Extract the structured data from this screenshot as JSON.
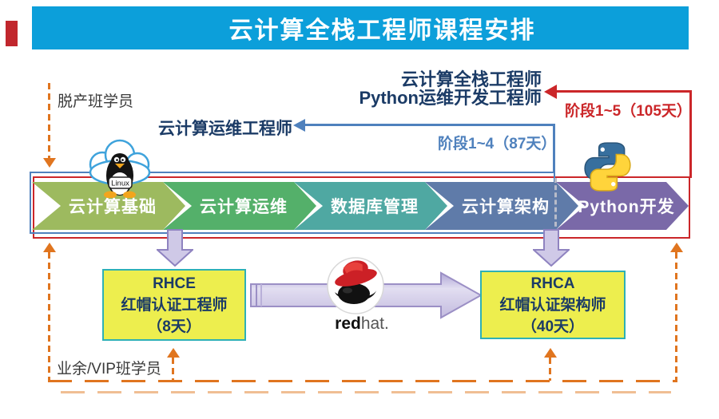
{
  "title": "云计算全栈工程师课程安排",
  "paths": {
    "full_time_label": "脱产班学员",
    "part_time_label": "业余/VIP班学员"
  },
  "tracks": {
    "ops_engineer": "云计算运维工程师",
    "fullstack_line1": "云计算全栈工程师",
    "fullstack_line2": "Python运维开发工程师",
    "phase_1_4": "阶段1~4（87天）",
    "phase_1_5": "阶段1~5（105天）"
  },
  "stages": [
    {
      "label": "云计算基础",
      "color": "#9DBA5F"
    },
    {
      "label": "云计算运维",
      "color": "#54B06A"
    },
    {
      "label": "数据库管理",
      "color": "#4FA8A2"
    },
    {
      "label": "云计算架构",
      "color": "#5F7BA9"
    },
    {
      "label": "Python开发",
      "color": "#7A69A8"
    }
  ],
  "certs": [
    {
      "title": "RHCE",
      "subtitle": "红帽认证工程师",
      "duration": "（8天）"
    },
    {
      "title": "RHCA",
      "subtitle": "红帽认证架构师",
      "duration": "（40天）"
    }
  ],
  "icons": {
    "linux_label": "Linux",
    "redhat_bold": "red",
    "redhat_light": "hat."
  },
  "colors": {
    "banner": "#0C9FDA",
    "navy_text": "#1B3B66",
    "red_path": "#CB2629",
    "blue_path": "#4F81BD",
    "orange_dash": "#E0751F",
    "cert_bg": "#EDEE4E",
    "cert_border": "#2EB0B5",
    "arrow_lavender": "#CFC9E7"
  }
}
